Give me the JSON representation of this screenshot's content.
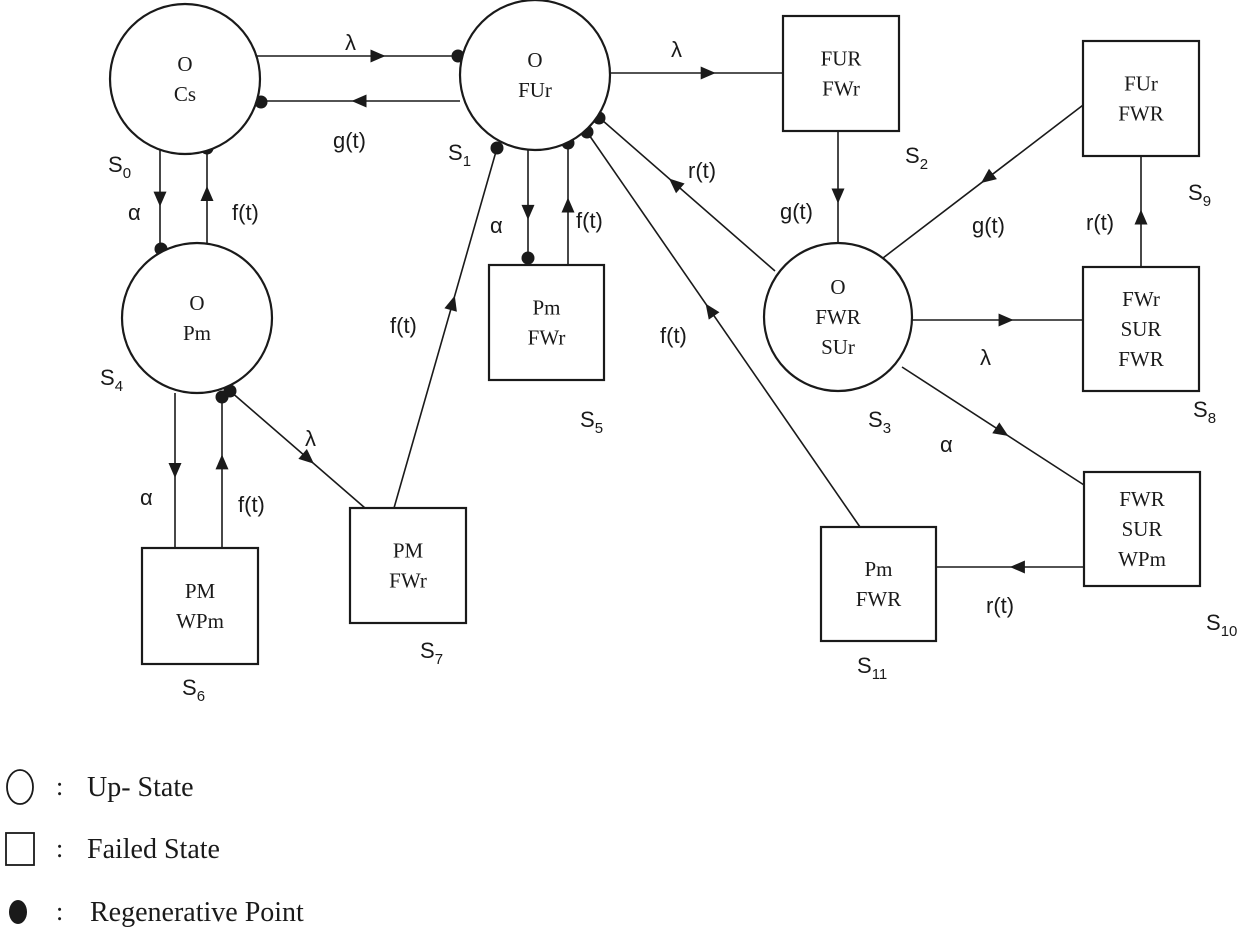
{
  "nodes": [
    {
      "id": "S0",
      "shape": "circle",
      "lines": [
        "O",
        "Cs"
      ],
      "label": "S",
      "sub": "0"
    },
    {
      "id": "S1",
      "shape": "circle",
      "lines": [
        "O",
        "FUr"
      ],
      "label": "S",
      "sub": "1"
    },
    {
      "id": "S2",
      "shape": "square",
      "lines": [
        "FUR",
        "FWr"
      ],
      "label": "S",
      "sub": "2"
    },
    {
      "id": "S3",
      "shape": "circle",
      "lines": [
        "O",
        "FWR",
        "SUr"
      ],
      "label": "S",
      "sub": "3"
    },
    {
      "id": "S4",
      "shape": "circle",
      "lines": [
        "O",
        "Pm"
      ],
      "label": "S",
      "sub": "4"
    },
    {
      "id": "S5",
      "shape": "square",
      "lines": [
        "Pm",
        "FWr"
      ],
      "label": "S",
      "sub": "5"
    },
    {
      "id": "S6",
      "shape": "square",
      "lines": [
        "PM",
        "WPm"
      ],
      "label": "S",
      "sub": "6"
    },
    {
      "id": "S7",
      "shape": "square",
      "lines": [
        "PM",
        "FWr"
      ],
      "label": "S",
      "sub": "7"
    },
    {
      "id": "S8",
      "shape": "square",
      "lines": [
        "FWr",
        "SUR",
        "FWR"
      ],
      "label": "S",
      "sub": "8"
    },
    {
      "id": "S9",
      "shape": "square",
      "lines": [
        "FUr",
        "FWR"
      ],
      "label": "S",
      "sub": "9"
    },
    {
      "id": "S10",
      "shape": "square",
      "lines": [
        "FWR",
        "SUR",
        "WPm"
      ],
      "label": "S",
      "sub": "10"
    },
    {
      "id": "S11",
      "shape": "square",
      "lines": [
        "Pm",
        "FWR"
      ],
      "label": "S",
      "sub": "11"
    }
  ],
  "edges": [
    {
      "from": "S0",
      "to": "S1",
      "label": "λ"
    },
    {
      "from": "S1",
      "to": "S0",
      "label": "g(t)"
    },
    {
      "from": "S0",
      "to": "S4",
      "label": "α"
    },
    {
      "from": "S4",
      "to": "S0",
      "label": "f(t)"
    },
    {
      "from": "S1",
      "to": "S2",
      "label": "λ"
    },
    {
      "from": "S2",
      "to": "S3",
      "label": "g(t)"
    },
    {
      "from": "S3",
      "to": "S1",
      "label": "r(t)"
    },
    {
      "from": "S1",
      "to": "S5",
      "label": "α"
    },
    {
      "from": "S5",
      "to": "S1",
      "label": "f(t)"
    },
    {
      "from": "S4",
      "to": "S6",
      "label": "α"
    },
    {
      "from": "S6",
      "to": "S4",
      "label": "f(t)"
    },
    {
      "from": "S4",
      "to": "S7",
      "label": "λ"
    },
    {
      "from": "S7",
      "to": "S1",
      "label": "f(t)"
    },
    {
      "from": "S3",
      "to": "S8",
      "label": "λ"
    },
    {
      "from": "S8",
      "to": "S9",
      "label": "r(t)"
    },
    {
      "from": "S9",
      "to": "S3",
      "label": "g(t)"
    },
    {
      "from": "S3",
      "to": "S10",
      "label": "α"
    },
    {
      "from": "S10",
      "to": "S11",
      "label": "r(t)"
    },
    {
      "from": "S11",
      "to": "S1",
      "label": "f(t)"
    }
  ],
  "legend": [
    {
      "symbol": "circle",
      "colon": ":",
      "text": "Up- State"
    },
    {
      "symbol": "square",
      "colon": ":",
      "text": "Failed State"
    },
    {
      "symbol": "dot",
      "colon": ":",
      "text": "Regenerative Point"
    }
  ],
  "colors": {
    "stroke": "#1a1a1a",
    "background": "#ffffff"
  }
}
